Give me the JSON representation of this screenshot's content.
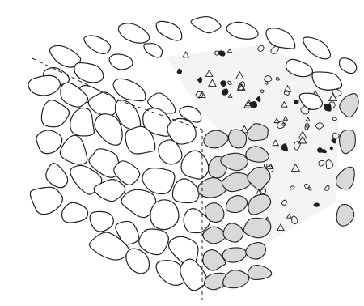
{
  "figure": {
    "kind": "line-drawing",
    "subject": "rubble-masonry-wall-cutaway",
    "faces": [
      "top-face",
      "front-face",
      "side-face",
      "core-cutaway"
    ],
    "colors": {
      "ink": "#1f1f1f",
      "paper": "#ffffff",
      "stone": "#ffffff",
      "shaded-stone": "#d9d9d9",
      "core": "#f4f4f4"
    }
  }
}
